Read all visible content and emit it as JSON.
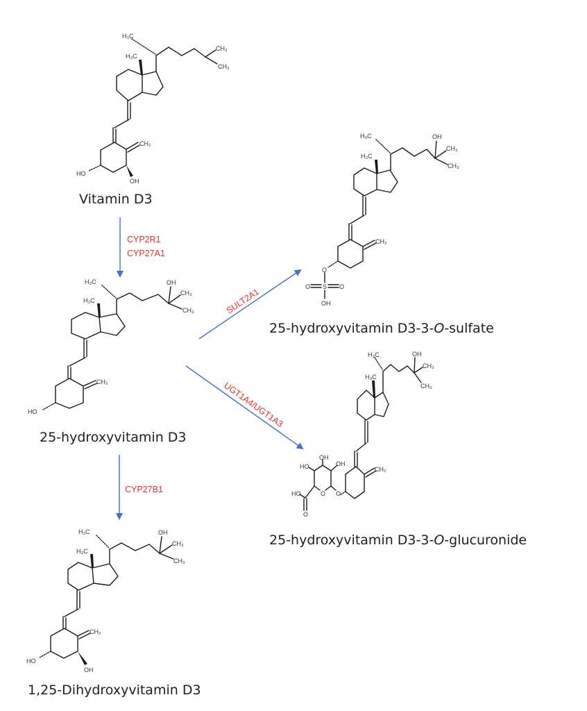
{
  "figure": {
    "colors": {
      "arrow": "#4472c4",
      "enzyme_text": "#e8332f",
      "structure": "#1a1a1a",
      "label": "#1e1e1e"
    },
    "compounds": [
      {
        "id": "vitamin_d3",
        "name": "Vitamin D3",
        "atoms": {
          "h3c_chain": "H₃C",
          "h3c_methyl": "H₃C",
          "ch3_a": "CH₃",
          "ch3_b": "CH₃",
          "ch2": "CH₂",
          "ho": "HO",
          "oh": "OH"
        }
      },
      {
        "id": "25_oh_d3",
        "name": "25-hydroxyvitamin D3",
        "atoms": {
          "h3c_chain": "H₃C",
          "h3c_methyl": "H₃C",
          "oh_25": "OH",
          "ch3_a": "CH₃",
          "ch3_b": "CH₃",
          "ch2": "CH₂",
          "ho": "HO"
        }
      },
      {
        "id": "1_25_oh2_d3",
        "name": "1,25-Dihydroxyvitamin D3",
        "atoms": {
          "h3c_chain": "H₃C",
          "h3c_methyl": "H₃C",
          "oh_25": "OH",
          "ch3_a": "CH₃",
          "ch3_b": "CH₃",
          "ch2": "CH₂",
          "ho": "HO",
          "oh": "OH"
        }
      },
      {
        "id": "25_oh_d3_sulfate",
        "name_prefix": "25-hydroxyvitamin D3-3-",
        "name_italic": "O",
        "name_suffix": "-sulfate",
        "atoms": {
          "h3c_chain": "H₃C",
          "h3c_methyl": "H₃C",
          "oh_25": "OH",
          "ch3_a": "CH₃",
          "ch3_b": "CH₃",
          "ch2": "CH₂",
          "o_link": "O",
          "s": "S",
          "o_left": "O",
          "o_right": "O",
          "oh": "OH"
        }
      },
      {
        "id": "25_oh_d3_glucuronide",
        "name_prefix": "25-hydroxyvitamin D3-3-",
        "name_italic": "O",
        "name_suffix": "-glucuronide",
        "atoms": {
          "h3c_chain": "H₃C",
          "h3c_methyl": "H₃C",
          "oh_25": "OH",
          "ch3_a": "CH₃",
          "ch3_b": "CH₃",
          "ch2": "CH₂",
          "o_link": "O",
          "o_ring": "O",
          "oh_c3": "OH",
          "oh_c2": "OH",
          "ho_c4": "HO",
          "ho_acid": "HO",
          "o_carbonyl": "O"
        }
      }
    ],
    "reactions": [
      {
        "from": "Vitamin D3",
        "to": "25-hydroxyvitamin D3",
        "enzymes": [
          "CYP2R1",
          "CYP27A1"
        ],
        "direction": "down"
      },
      {
        "from": "25-hydroxyvitamin D3",
        "to": "25-hydroxyvitamin D3-3-O-sulfate",
        "enzymes": [
          "SULT2A1"
        ],
        "direction": "up-right"
      },
      {
        "from": "25-hydroxyvitamin D3",
        "to": "25-hydroxyvitamin D3-3-O-glucuronide",
        "enzymes": [
          "UGT1A4/UGT1A3"
        ],
        "direction": "down-right"
      },
      {
        "from": "25-hydroxyvitamin D3",
        "to": "1,25-Dihydroxyvitamin D3",
        "enzymes": [
          "CYP27B1"
        ],
        "direction": "down"
      }
    ]
  }
}
